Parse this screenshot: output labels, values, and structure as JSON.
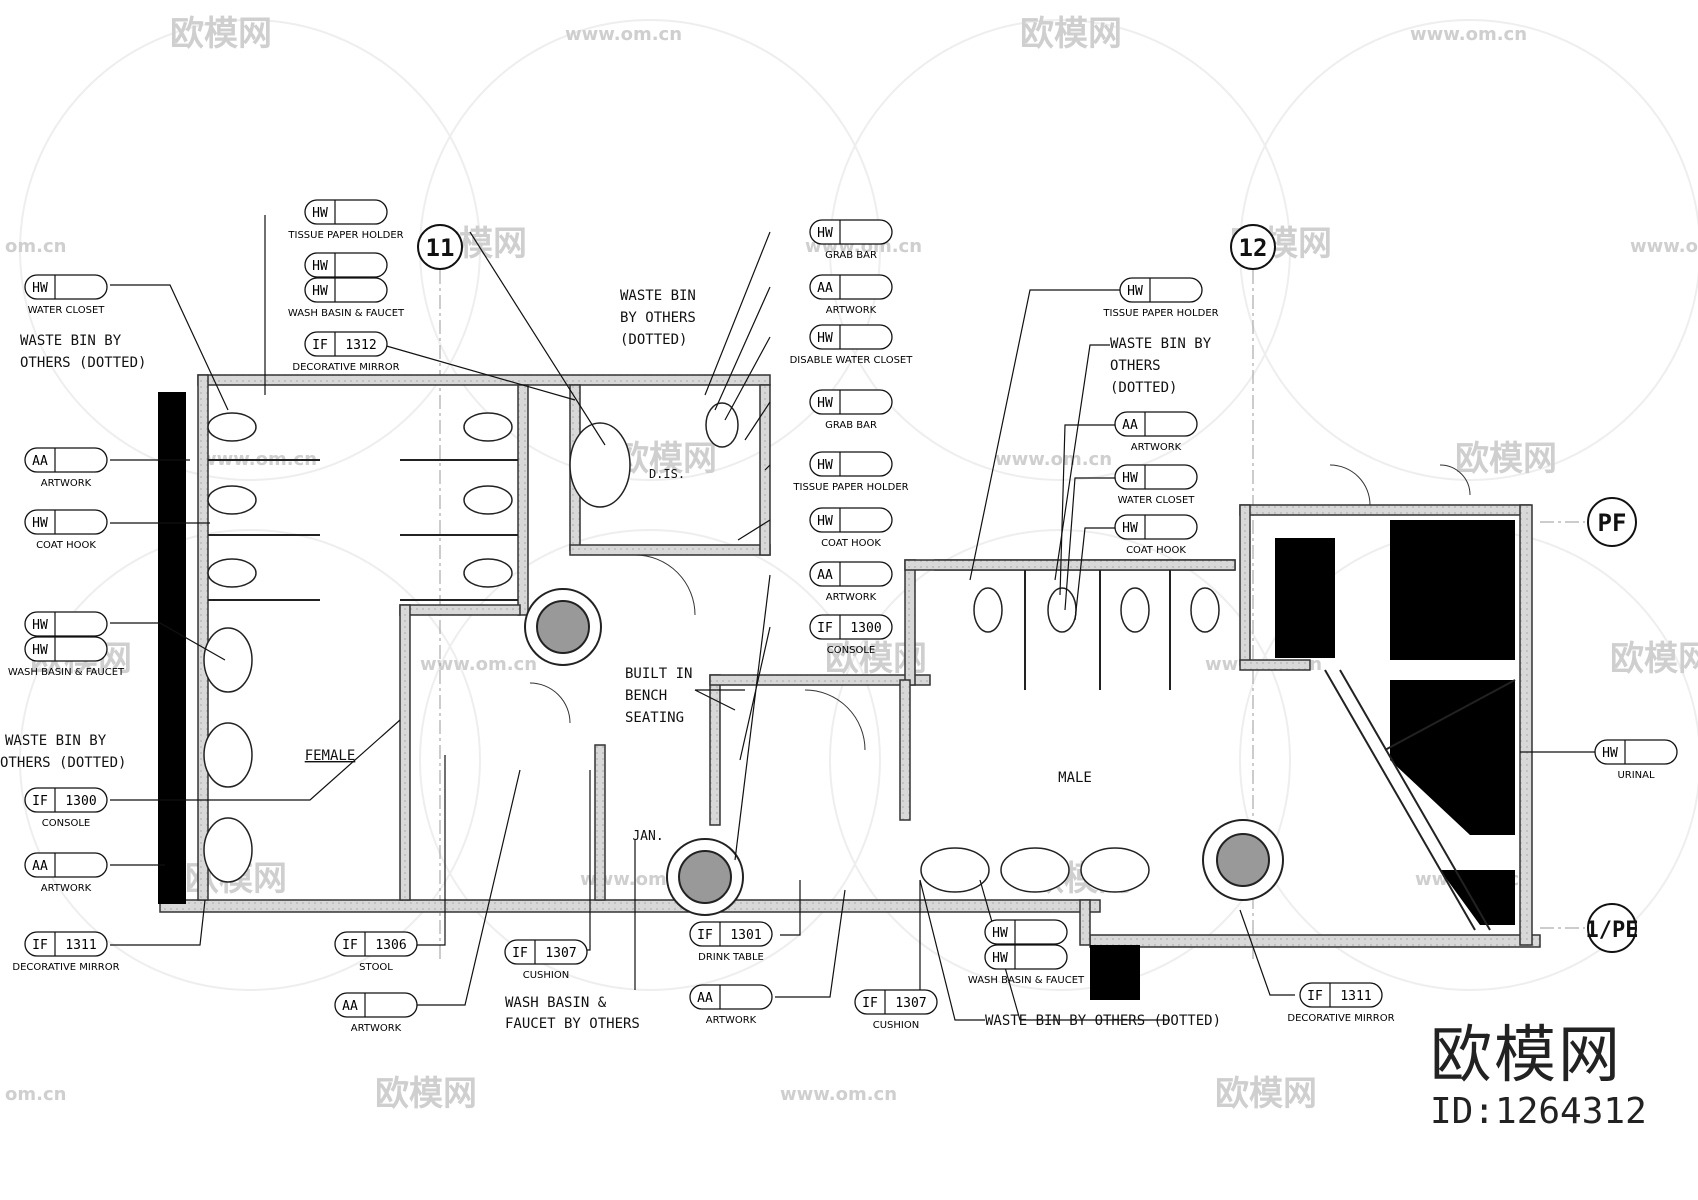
{
  "watermark": {
    "brand": "欧模网",
    "url": "www.om.cn",
    "url_short": "om.cn",
    "id_label": "ID:1264312"
  },
  "grid": {
    "col_11": "11",
    "col_12": "12",
    "row_pf": "PF",
    "row_1pe": "1/PE"
  },
  "rooms": {
    "female": "FEMALE",
    "male": "MALE",
    "dis": "D.IS.",
    "jan": "JAN."
  },
  "notes": {
    "waste_bin_center": [
      "WASTE BIN",
      "BY OTHERS",
      "(DOTTED)"
    ],
    "waste_bin_left_top": [
      "WASTE BIN BY",
      "OTHERS (DOTTED)"
    ],
    "waste_bin_left_mid": [
      "WASTE BIN BY",
      "OTHERS (DOTTED)"
    ],
    "waste_bin_right": [
      "WASTE BIN BY",
      "OTHERS",
      "(DOTTED)"
    ],
    "built_in_bench": [
      "BUILT IN",
      "BENCH",
      "SEATING"
    ],
    "wash_basin_others": [
      "WASH BASIN &",
      "FAUCET BY OTHERS"
    ],
    "waste_bin_bottom": "WASTE BIN BY OTHERS (DOTTED)"
  },
  "tags": [
    {
      "id": "t_hw_wc_l",
      "code": "HW",
      "num": "",
      "label": "WATER CLOSET"
    },
    {
      "id": "t_hw_tph_l",
      "code": "HW",
      "num": "",
      "label": "TISSUE PAPER HOLDER"
    },
    {
      "id": "t_hw_wbf_l1",
      "code": "HW",
      "num": "",
      "label": ""
    },
    {
      "id": "t_hw_wbf_l2",
      "code": "HW",
      "num": "",
      "label": "WASH BASIN & FAUCET"
    },
    {
      "id": "t_if1312",
      "code": "IF",
      "num": "1312",
      "label": "DECORATIVE MIRROR"
    },
    {
      "id": "t_aa_art_l",
      "code": "AA",
      "num": "",
      "label": "ARTWORK"
    },
    {
      "id": "t_hw_coat_l",
      "code": "HW",
      "num": "",
      "label": "COAT HOOK"
    },
    {
      "id": "t_hw_wb_l3",
      "code": "HW",
      "num": "",
      "label": ""
    },
    {
      "id": "t_hw_wb_l4",
      "code": "HW",
      "num": "",
      "label": "WASH BASIN & FAUCET"
    },
    {
      "id": "t_if1300_l",
      "code": "IF",
      "num": "1300",
      "label": "CONSOLE"
    },
    {
      "id": "t_aa_art_l2",
      "code": "AA",
      "num": "",
      "label": "ARTWORK"
    },
    {
      "id": "t_if1311_l",
      "code": "IF",
      "num": "1311",
      "label": "DECORATIVE MIRROR"
    },
    {
      "id": "t_if1306",
      "code": "IF",
      "num": "1306",
      "label": "STOOL"
    },
    {
      "id": "t_aa_art_l3",
      "code": "AA",
      "num": "",
      "label": "ARTWORK"
    },
    {
      "id": "t_if1307_c",
      "code": "IF",
      "num": "1307",
      "label": "CUSHION"
    },
    {
      "id": "t_hw_grab1",
      "code": "HW",
      "num": "",
      "label": "GRAB BAR"
    },
    {
      "id": "t_aa_art_c",
      "code": "AA",
      "num": "",
      "label": "ARTWORK"
    },
    {
      "id": "t_hw_dwc",
      "code": "HW",
      "num": "",
      "label": "DISABLE WATER CLOSET"
    },
    {
      "id": "t_hw_grab2",
      "code": "HW",
      "num": "",
      "label": "GRAB BAR"
    },
    {
      "id": "t_hw_tph_c",
      "code": "HW",
      "num": "",
      "label": "TISSUE PAPER HOLDER"
    },
    {
      "id": "t_hw_coat_c",
      "code": "HW",
      "num": "",
      "label": "COAT HOOK"
    },
    {
      "id": "t_aa_art_c2",
      "code": "AA",
      "num": "",
      "label": "ARTWORK"
    },
    {
      "id": "t_if1300_c",
      "code": "IF",
      "num": "1300",
      "label": "CONSOLE"
    },
    {
      "id": "t_if1301",
      "code": "IF",
      "num": "1301",
      "label": "DRINK TABLE"
    },
    {
      "id": "t_aa_art_c3",
      "code": "AA",
      "num": "",
      "label": "ARTWORK"
    },
    {
      "id": "t_if1307_r",
      "code": "IF",
      "num": "1307",
      "label": "CUSHION"
    },
    {
      "id": "t_hw_tph_r",
      "code": "HW",
      "num": "",
      "label": "TISSUE PAPER HOLDER"
    },
    {
      "id": "t_aa_art_r",
      "code": "AA",
      "num": "",
      "label": "ARTWORK"
    },
    {
      "id": "t_hw_wc_r",
      "code": "HW",
      "num": "",
      "label": "WATER CLOSET"
    },
    {
      "id": "t_hw_coat_r",
      "code": "HW",
      "num": "",
      "label": "COAT HOOK"
    },
    {
      "id": "t_hw_wb_r1",
      "code": "HW",
      "num": "",
      "label": ""
    },
    {
      "id": "t_hw_wb_r2",
      "code": "HW",
      "num": "",
      "label": "WASH BASIN & FAUCET"
    },
    {
      "id": "t_if1311_r",
      "code": "IF",
      "num": "1311",
      "label": "DECORATIVE MIRROR"
    },
    {
      "id": "t_hw_urinal",
      "code": "HW",
      "num": "",
      "label": "URINAL"
    }
  ]
}
